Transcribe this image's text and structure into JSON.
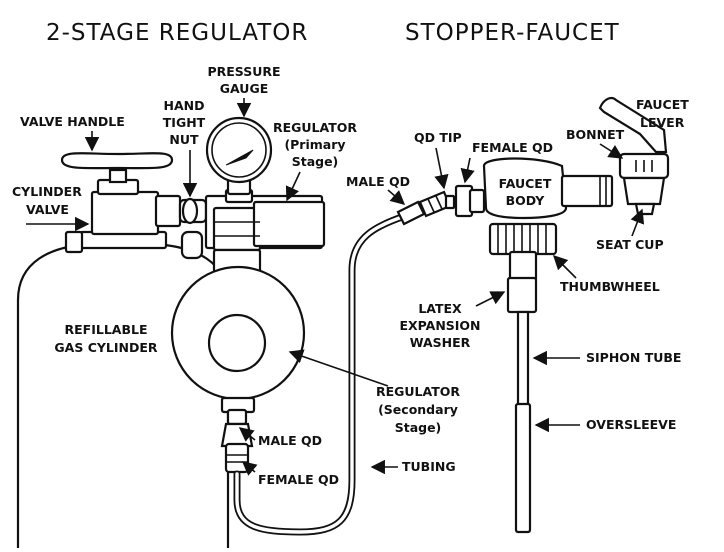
{
  "titles": {
    "regulator": "2-STAGE REGULATOR",
    "faucet": "STOPPER-FAUCET"
  },
  "labels": {
    "valve_handle": "VALVE HANDLE",
    "hand_tight_nut": [
      "HAND",
      "TIGHT",
      "NUT"
    ],
    "pressure_gauge": [
      "PRESSURE",
      "GAUGE"
    ],
    "regulator_primary": [
      "REGULATOR",
      "(Primary",
      "Stage)"
    ],
    "cylinder_valve": [
      "CYLINDER",
      "VALVE"
    ],
    "refillable_gas_cylinder": [
      "REFILLABLE",
      "GAS CYLINDER"
    ],
    "regulator_secondary": [
      "REGULATOR",
      "(Secondary",
      "Stage)"
    ],
    "male_qd_low": "MALE QD",
    "female_qd_low": "FEMALE QD",
    "tubing": "TUBING",
    "male_qd_top": "MALE QD",
    "qd_tip": "QD TIP",
    "female_qd_top": "FEMALE QD",
    "faucet_body": [
      "FAUCET",
      "BODY"
    ],
    "bonnet": "BONNET",
    "faucet_lever": [
      "FAUCET",
      "LEVER"
    ],
    "seat_cup": "SEAT CUP",
    "thumbwheel": "THUMBWHEEL",
    "latex_expansion_washer": [
      "LATEX",
      "EXPANSION",
      "WASHER"
    ],
    "siphon_tube": "SIPHON TUBE",
    "oversleeve": "OVERSLEEVE"
  }
}
